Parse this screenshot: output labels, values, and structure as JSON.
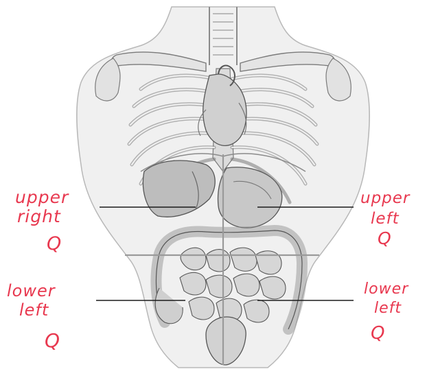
{
  "labels": {
    "upper_right": {
      "line1": "upper",
      "line2": "right",
      "line3": "Q"
    },
    "upper_left": {
      "line1": "upper",
      "line2": "left",
      "line3": "Q"
    },
    "lower_right": {
      "line1": "lower",
      "line2": "left",
      "line3": "Q"
    },
    "lower_left": {
      "line1": "lower",
      "line2": "left",
      "line3": "Q"
    }
  },
  "colors": {
    "handwriting": "#e8384f",
    "leader_line": "#1a1a1a",
    "quadrant_line": "#9a9a9a",
    "anatomy_stroke": "#6b6b6b",
    "anatomy_fill": "#ececec"
  }
}
